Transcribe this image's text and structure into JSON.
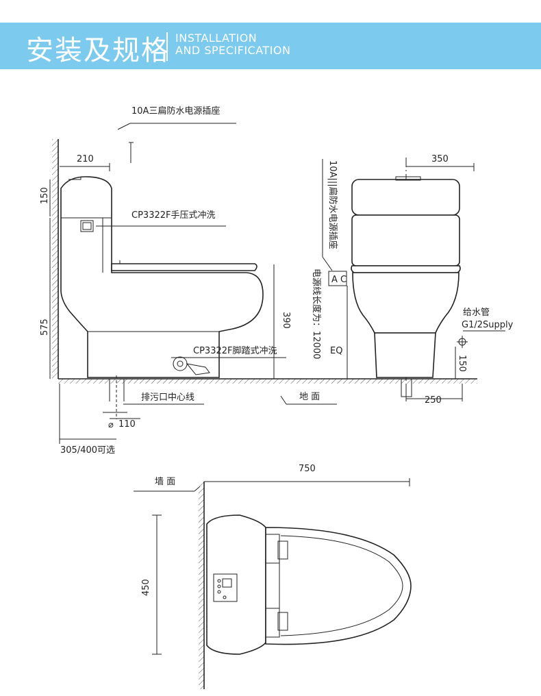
{
  "header": {
    "title_zh": "安装及规格",
    "title_en_line1": "INSTALLATION",
    "title_en_line2": "AND SPECIFICATION",
    "bg_color": "#7ccbee"
  },
  "labels": {
    "socket_top": "10A三扁防水电源插座",
    "push_flush": "CP3322F手压式冲洗",
    "foot_flush": "CP3322F脚踏式冲洗",
    "drain_center": "排污口中心线",
    "diameter": "110",
    "diameter_symbol": "⌀",
    "optional": "305/400可选",
    "floor": "地 面",
    "wall": "墙 面",
    "socket_vertical": "10A|||扁防水电源插座",
    "ac": "A C",
    "cable_length": "电源线长度为：12000",
    "eq": "EQ",
    "water_pipe": "给水管",
    "supply": "G1/2Supply"
  },
  "dims": {
    "d210": "210",
    "d150_left": "150",
    "d575": "575",
    "d390": "390",
    "d350": "350",
    "d150_right": "150",
    "d250": "250",
    "d750": "750",
    "d450": "450"
  }
}
